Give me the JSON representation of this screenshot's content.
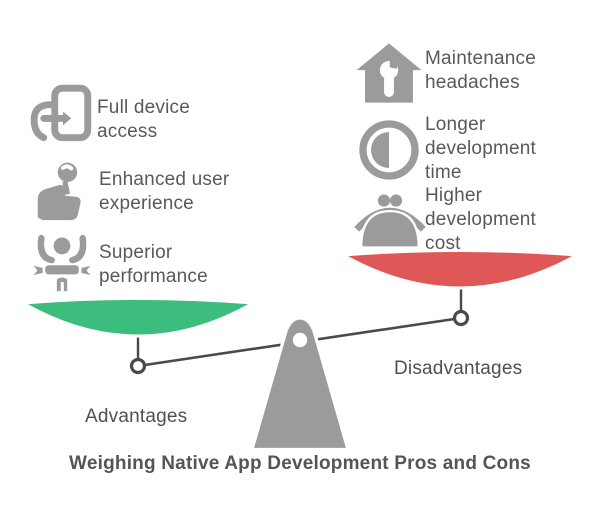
{
  "title": "Weighing Native App Development Pros and Cons",
  "colors": {
    "advantage_pan": "#3cbc7d",
    "disadvantage_pan": "#e05757",
    "icon_gray": "#9b9b9b",
    "fulcrum_gray": "#9b9b9b",
    "line_dark": "#4a4a4a",
    "text_gray": "#595959"
  },
  "advantages": {
    "label": "Advantages",
    "items": [
      {
        "icon": "device-in-hand-icon",
        "text": "Full device access"
      },
      {
        "icon": "thumbs-up-icon",
        "text": "Enhanced user experience"
      },
      {
        "icon": "winner-person-icon",
        "text": "Superior performance"
      }
    ]
  },
  "disadvantages": {
    "label": "Disadvantages",
    "items": [
      {
        "icon": "house-wrench-icon",
        "text": "Maintenance headaches"
      },
      {
        "icon": "contrast-circle-icon",
        "text": "Longer development time"
      },
      {
        "icon": "coin-purse-icon",
        "text": "Higher development cost"
      }
    ]
  }
}
